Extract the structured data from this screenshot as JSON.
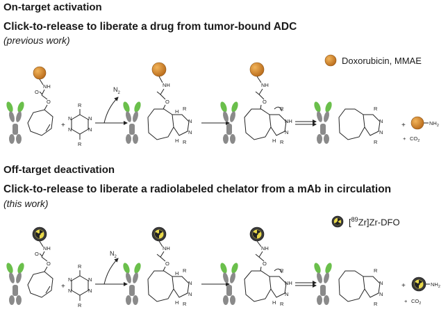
{
  "colors": {
    "drug_orange": "#d98a2b",
    "antibody_gray": "#8a8a8a",
    "antibody_green": "#6abf4b",
    "radio_dark": "#222222",
    "radio_yellow": "#e8d84a"
  },
  "top": {
    "section_title": "On-target activation",
    "title": "Click-to-release to liberate a drug from tumor-bound ADC",
    "subtitle": "(previous work)",
    "legend_label": "Doxorubicin, MMAE",
    "legend_icon": "orange-sphere-icon",
    "n2": "N",
    "n2_sub": "2",
    "co2": "CO",
    "co2_sub": "2",
    "release_amine": "NH",
    "release_amine_sub": "2"
  },
  "bottom": {
    "section_title": "Off-target deactivation",
    "title": "Click-to-release to liberate a radiolabeled chelator from a mAb in circulation",
    "subtitle": "(this work)",
    "legend_pre": "[",
    "legend_sup": "89",
    "legend_post": "Zr]Zr-DFO",
    "legend_icon": "radioactive-sphere-icon",
    "n2": "N",
    "n2_sub": "2",
    "co2": "CO",
    "co2_sub": "2",
    "release_amine": "NH",
    "release_amine_sub": "2"
  },
  "atoms": {
    "nh": "NH",
    "o": "O",
    "h": "H",
    "n": "N",
    "r": "R",
    "plus": "+"
  }
}
